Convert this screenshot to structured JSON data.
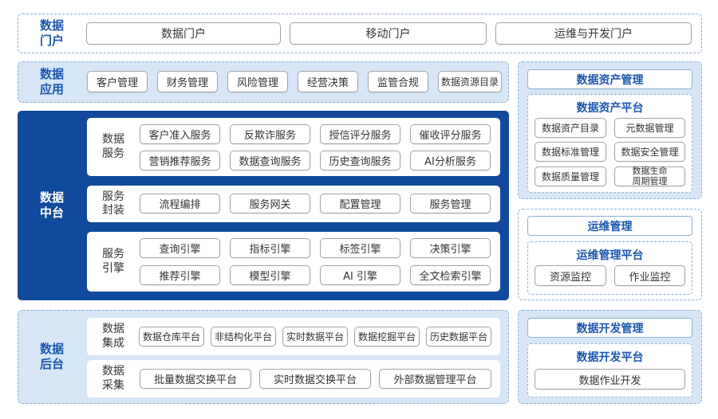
{
  "portal": {
    "label_line1": "数据",
    "label_line2": "门户",
    "items": [
      "数据门户",
      "移动门户",
      "运维与开发门户"
    ]
  },
  "application": {
    "label_line1": "数据",
    "label_line2": "应用",
    "items": [
      "客户管理",
      "财务管理",
      "风险管理",
      "经营决策",
      "监管合规",
      "数据资源目录"
    ]
  },
  "middle": {
    "label_line1": "数据",
    "label_line2": "中台",
    "data_service": {
      "label_line1": "数据",
      "label_line2": "服务",
      "items": [
        "客户准入服务",
        "反欺诈服务",
        "授信评分服务",
        "催收评分服务",
        "营销推荐服务",
        "数据查询服务",
        "历史查询服务",
        "AI分析服务"
      ]
    },
    "service_package": {
      "label_line1": "服务",
      "label_line2": "封装",
      "items": [
        "流程编排",
        "服务网关",
        "配置管理",
        "服务管理"
      ]
    },
    "service_engine": {
      "label_line1": "服务",
      "label_line2": "引擎",
      "items": [
        "查询引擎",
        "指标引擎",
        "标签引擎",
        "决策引擎",
        "推荐引擎",
        "模型引擎",
        "AI 引擎",
        "全文检索引擎"
      ]
    }
  },
  "backend": {
    "label_line1": "数据",
    "label_line2": "后台",
    "integration": {
      "label_line1": "数据",
      "label_line2": "集成",
      "items": [
        "数据仓库平台",
        "非结构化平台",
        "实时数据平台",
        "数据挖掘平台",
        "历史数据平台"
      ]
    },
    "collection": {
      "label_line1": "数据",
      "label_line2": "采集",
      "items": [
        "批量数据交换平台",
        "实时数据交换平台",
        "外部数据管理平台"
      ]
    }
  },
  "asset_mgmt": {
    "header": "数据资产管理",
    "platform": "数据资产平台",
    "items": [
      "数据资产目录",
      "元数据管理",
      "数据标准管理",
      "数据安全管理",
      "数据质量管理"
    ],
    "lifecycle_line1": "数据生命",
    "lifecycle_line2": "周期管理"
  },
  "ops_mgmt": {
    "header": "运维管理",
    "platform": "运维管理平台",
    "items": [
      "资源监控",
      "作业监控"
    ]
  },
  "dev_mgmt": {
    "header": "数据开发管理",
    "platform": "数据开发平台",
    "items": [
      "数据作业开发"
    ]
  }
}
